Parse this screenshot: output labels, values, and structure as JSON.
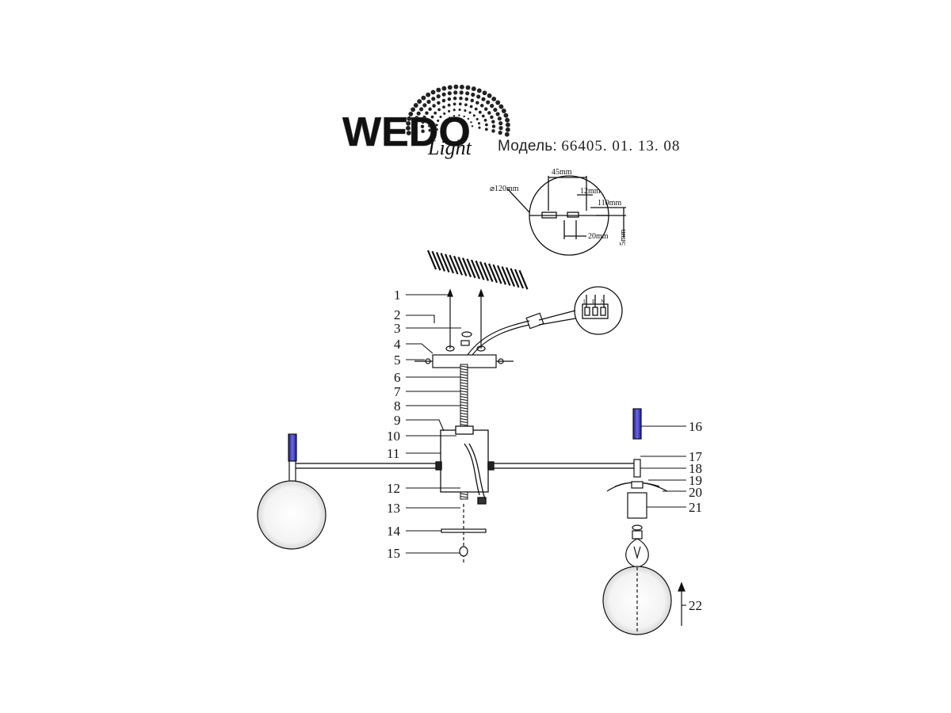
{
  "brand": {
    "logo_text": "WEDO",
    "logo_script": "Light"
  },
  "model": {
    "label": "Модель:",
    "number": "66405. 01. 13. 08"
  },
  "dimensions": {
    "diameter": "⌀120mm",
    "width_45": "45mm",
    "width_12": "12mm",
    "height_110": "110mm",
    "depth_20": "20mm",
    "offset_5": "5mm"
  },
  "wiring_labels": [
    "L",
    "E",
    "N"
  ],
  "callouts": [
    "1",
    "2",
    "3",
    "4",
    "5",
    "6",
    "7",
    "8",
    "9",
    "10",
    "11",
    "12",
    "13",
    "14",
    "15",
    "16",
    "17",
    "18",
    "19",
    "20",
    "21",
    "22"
  ]
}
